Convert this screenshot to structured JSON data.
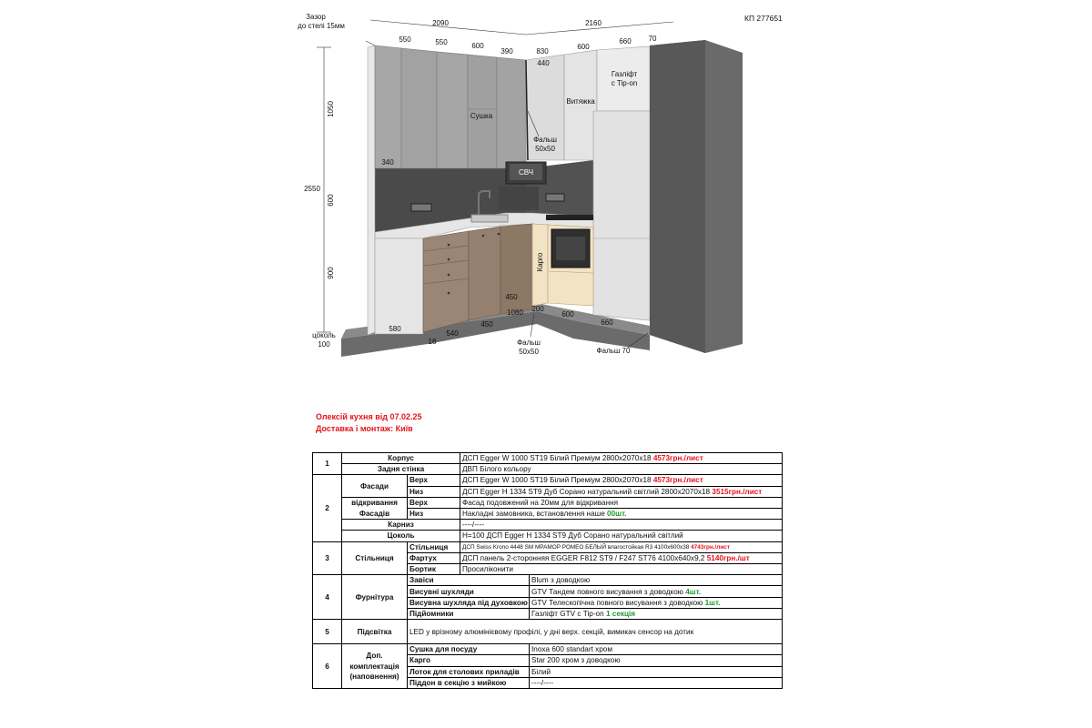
{
  "doc_code": "КП 277651",
  "dims": {
    "ceiling_gap": "Зазор до стелі 15мм",
    "ceiling_gap_l1": "Зазор",
    "ceiling_gap_l2": "до стелі 15мм",
    "left_width": "2090",
    "right_width": "2160",
    "top_550a": "550",
    "top_550b": "550",
    "top_600a": "600",
    "top_390": "390",
    "top_830": "830",
    "top_600b": "600",
    "top_660": "660",
    "top_70": "70",
    "h_440": "440",
    "h_1050": "1050",
    "h_2550": "2550",
    "h_600": "600",
    "h_900": "900",
    "d_340": "340",
    "plinth_label": "цоколь",
    "plinth_value": "100",
    "b_580": "580",
    "b_18": "18",
    "b_540": "540",
    "b_450a": "450",
    "b_1080": "1080",
    "b_450b": "450",
    "b_200": "200",
    "b_600": "600",
    "b_660": "660"
  },
  "labels": {
    "dryer": "Сушка",
    "hood": "Витяжка",
    "gaslift_l1": "Газліфт",
    "gaslift_l2": "с Tip-on",
    "falsh_top_l1": "Фальш",
    "falsh_top_l2": "50х50",
    "microwave": "СВЧ",
    "cargo": "Карго",
    "falsh_bottom_l1": "Фальш",
    "falsh_bottom_l2": "50х50",
    "falsh_70": "Фальш 70"
  },
  "note": {
    "line1": "Олексій кухня від 07.02.25",
    "line2": "Доставка і монтаж: Київ"
  },
  "table": {
    "s1": {
      "num": "1",
      "korpus": "Корпус",
      "korpus_val": "ДСП Egger W 1000 ST19 Білий Преміум 2800х2070х18 ",
      "korpus_price": "4573грн./лист",
      "back": "Задня стінка",
      "back_val": "ДВП Білого кольору"
    },
    "s2": {
      "num": "2",
      "facades": "Фасади",
      "top": "Верх",
      "top_val": "ДСП Egger W 1000 ST19 Білий Преміум 2800х2070х18 ",
      "top_price": "4573грн./лист",
      "bottom": "Низ",
      "bottom_val": "ДСП Egger H 1334 ST9 Дуб Сорано натуральний світлий 2800х2070х18 ",
      "bottom_price": "3515грн./лист",
      "opening": "відкривання Фасадів",
      "open_top": "Верх",
      "open_top_val": "Фасад подовжений на 20мм для відкривання",
      "open_bottom": "Низ",
      "open_bottom_val": "Накладні замовника, встановлення наше ",
      "open_bottom_qty": "00шт.",
      "cornice": "Карниз",
      "cornice_val": "----/----",
      "plinth": "Цоколь",
      "plinth_val": "Н=100 ДСП Egger H 1334 ST9 Дуб Сорано натуральний світлий"
    },
    "s3": {
      "num": "3",
      "title": "Стільниця",
      "worktop": "Стільниця",
      "worktop_val": "ДСП Swiss Krono 4448 SM МРАМОР РОМЕО БЕЛЫЙ влагостойкая R3 4100х600х38 ",
      "worktop_price": "4743грн./лист",
      "apron": "Фартух",
      "apron_val": "ДСП панель 2-сторонняя EGGER F812 ST9 / F247 ST76 4100х640х9,2 ",
      "apron_price": "5140грн./шт",
      "edge": "Бортик",
      "edge_val": "Просиліконити"
    },
    "s4": {
      "num": "4",
      "title": "Фурнітура",
      "hinges": "Завіси",
      "hinges_val": "Blum з доводкою",
      "drawers": "Висувні шухляди",
      "drawers_val": "GTV Тандем повного висування з доводкою ",
      "drawers_qty": "4шт.",
      "oven_drawer": "Висувна шухляда під духовкою",
      "oven_drawer_val": "GTV Телескопічна повного висування з доводкою ",
      "oven_drawer_qty": "1шт.",
      "lifts": "Підйомники",
      "lifts_val": "Газліфт GTV с Tip-on ",
      "lifts_qty": "1 секція"
    },
    "s5": {
      "num": "5",
      "title": "Підсвітка",
      "val": "LED у врізному алюмінієвому профілі, у дні верх. секцій, вимикач сенсор на дотик"
    },
    "s6": {
      "num": "6",
      "title": "Доп. комплектація (наповнення)",
      "dish": "Сушка для посуду",
      "dish_val": "Inoxa 600 standart хром",
      "cargo": "Карго",
      "cargo_val": "Star 200 хром з доводкою",
      "tray": "Лоток для столових приладів",
      "tray_val": "Білий",
      "pallet": "Піддон в секцію з мийкою",
      "pallet_val": "----/----"
    }
  }
}
